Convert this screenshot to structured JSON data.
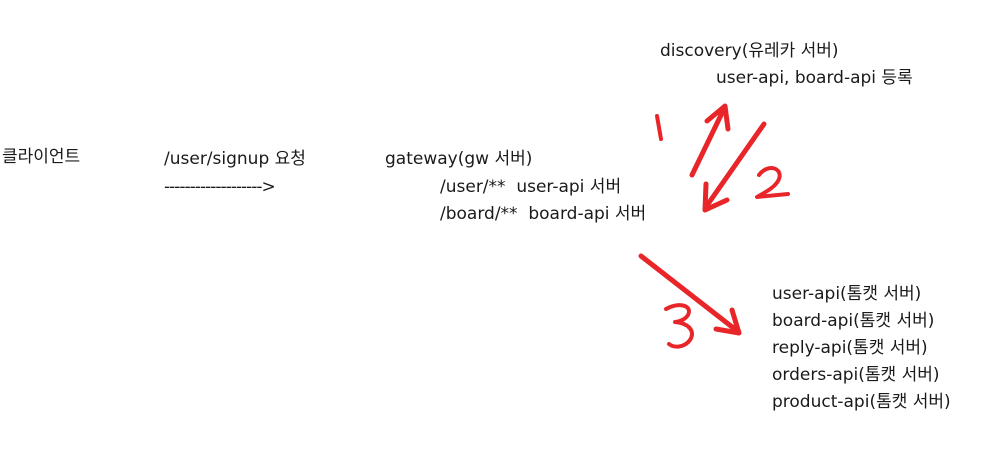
{
  "client": {
    "label": "클라이언트"
  },
  "request": {
    "path": "/user/signup 요청",
    "arrow": "------------------->"
  },
  "gateway": {
    "title": "gateway(gw 서버)",
    "routes": [
      "/user/**  user-api 서버",
      "/board/**  board-api 서버"
    ]
  },
  "discovery": {
    "title": "discovery(유레카 서버)",
    "registered": "user-api, board-api 등록"
  },
  "services": [
    "user-api(톰캣 서버)",
    "board-api(톰캣 서버)",
    "reply-api(톰캣 서버)",
    "orders-api(톰캣 서버)",
    "product-api(톰캣 서버)"
  ],
  "steps": [
    "1",
    "2",
    "3"
  ],
  "colors": {
    "annotation": "#e8262a",
    "text": "#1a1a1a",
    "background": "#ffffff"
  }
}
